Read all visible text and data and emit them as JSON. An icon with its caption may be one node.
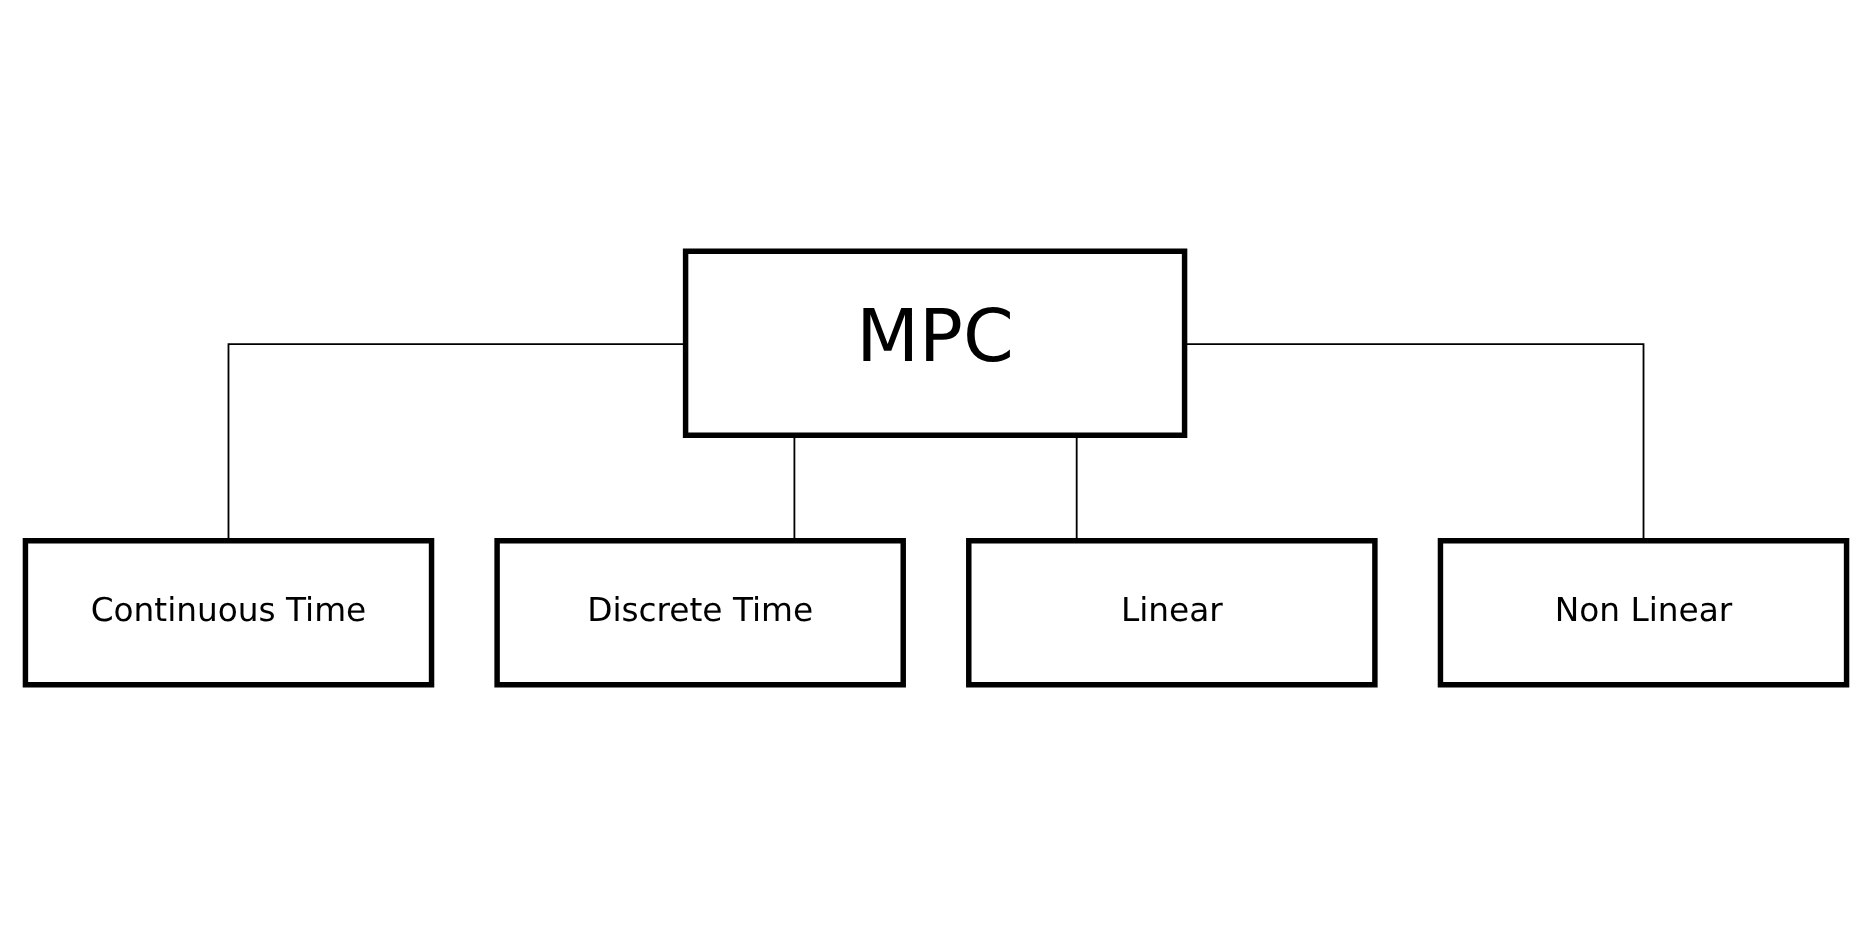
{
  "diagram": {
    "nodes": [
      {
        "text": [
          "MPC"
        ]
      },
      {
        "text": [
          "Continuous Time"
        ]
      },
      {
        "text": [
          "Discrete Time"
        ]
      },
      {
        "text": [
          "Linear"
        ]
      },
      {
        "text": [
          "Non Linear"
        ]
      }
    ],
    "edges": [
      {
        "from": 0,
        "to": 1,
        "arrow": "none"
      },
      {
        "from": 0,
        "to": 2,
        "arrow": "none"
      },
      {
        "from": 0,
        "to": 3,
        "arrow": "none"
      },
      {
        "from": 0,
        "to": 4,
        "arrow": "none"
      }
    ]
  }
}
